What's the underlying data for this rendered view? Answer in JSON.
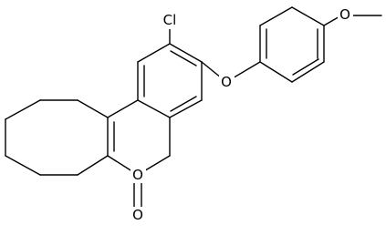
{
  "molecule": {
    "atoms": {
      "chlorine": "Cl",
      "ether_oxygen": "O",
      "methoxy_oxygen": "O",
      "ring_oxygen": "O",
      "carbonyl_oxygen": "O"
    }
  },
  "colors": {
    "bond": "#000000",
    "label": "#000000",
    "background": "#ffffff"
  }
}
